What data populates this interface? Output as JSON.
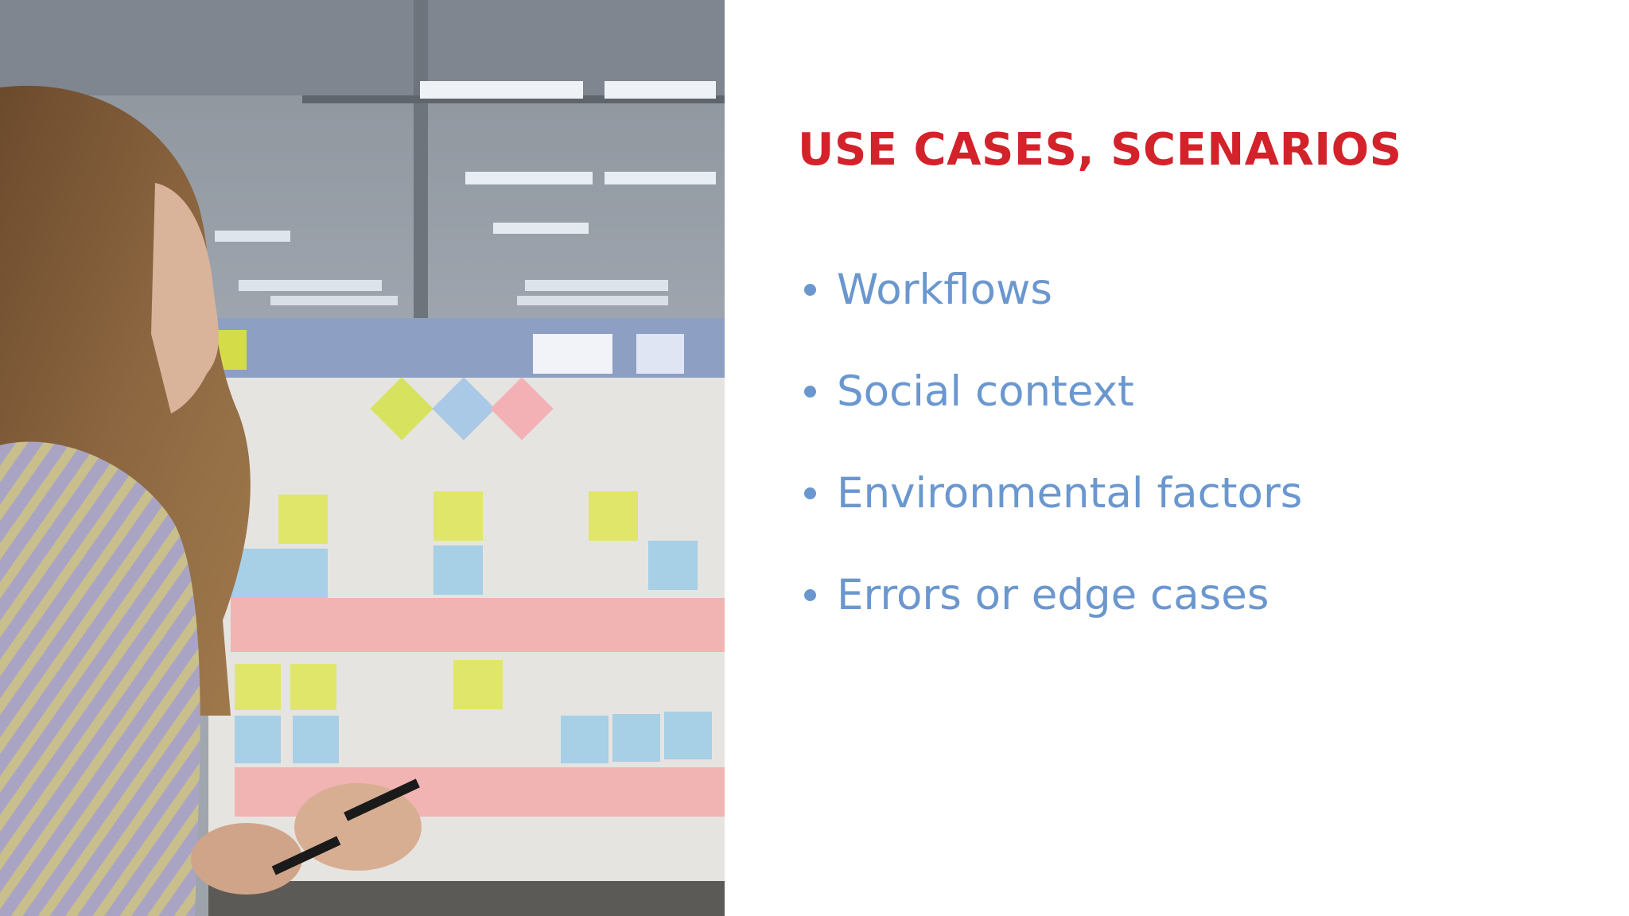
{
  "slide": {
    "title": "USE CASES, SCENARIOS",
    "bullets": [
      {
        "label": "Workflows"
      },
      {
        "label": "Social context"
      },
      {
        "label": "Environmental factors"
      },
      {
        "label": "Errors or edge cases"
      }
    ]
  },
  "photo": {
    "description_icon": "person-at-sticky-note-board-photo"
  },
  "colors": {
    "title": "#d3222a",
    "bullets": "#6b97cf",
    "background": "#ffffff"
  }
}
